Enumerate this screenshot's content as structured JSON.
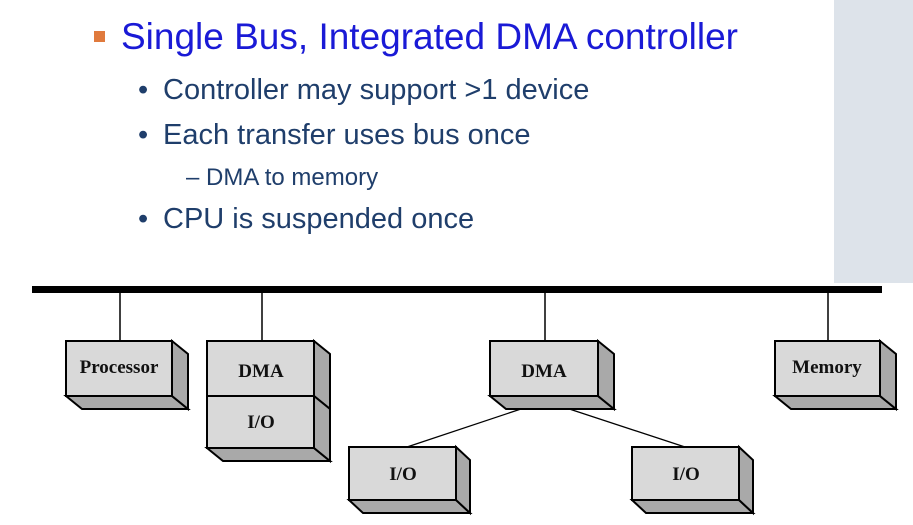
{
  "slide": {
    "heading": "Single Bus, Integrated DMA controller",
    "bullets": [
      "Controller may support >1 device",
      "Each transfer uses bus once",
      "CPU is suspended once"
    ],
    "sub_bullet": "DMA to memory",
    "bullet_glyph": "•",
    "dash_glyph": "–"
  },
  "diagram": {
    "processor": "Processor",
    "dma_left": "DMA",
    "io_left": "I/O",
    "dma_center": "DMA",
    "io_center_left": "I/O",
    "io_center_right": "I/O",
    "memory": "Memory"
  },
  "colors": {
    "heading": "#1a1ad6",
    "body_text": "#1f3e6b",
    "bullet_square": "#e07a3d",
    "box_face": "#d9d9d9",
    "box_side": "#a9a9a9",
    "bus": "#000000"
  }
}
